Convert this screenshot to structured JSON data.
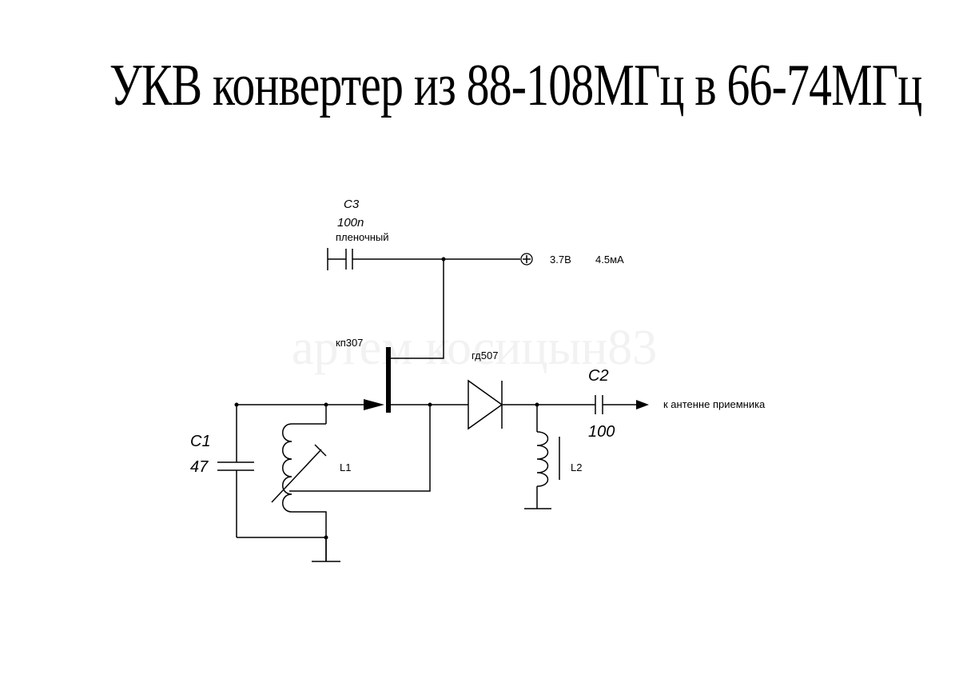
{
  "title": "УКВ конвертер из 88-108МГц в 66-74МГц",
  "watermark": "артем косицын83",
  "components": {
    "c1": {
      "name": "C1",
      "value": "47"
    },
    "c2": {
      "name": "C2",
      "value": "100"
    },
    "c3": {
      "name": "C3",
      "value": "100n",
      "note": "пленочный"
    },
    "transistor": {
      "name": "кп307"
    },
    "diode": {
      "name": "гд507"
    },
    "l1": {
      "name": "L1"
    },
    "l2": {
      "name": "L2"
    }
  },
  "power": {
    "voltage": "3.7В",
    "current": "4.5мА"
  },
  "output_label": "к антенне приемника"
}
